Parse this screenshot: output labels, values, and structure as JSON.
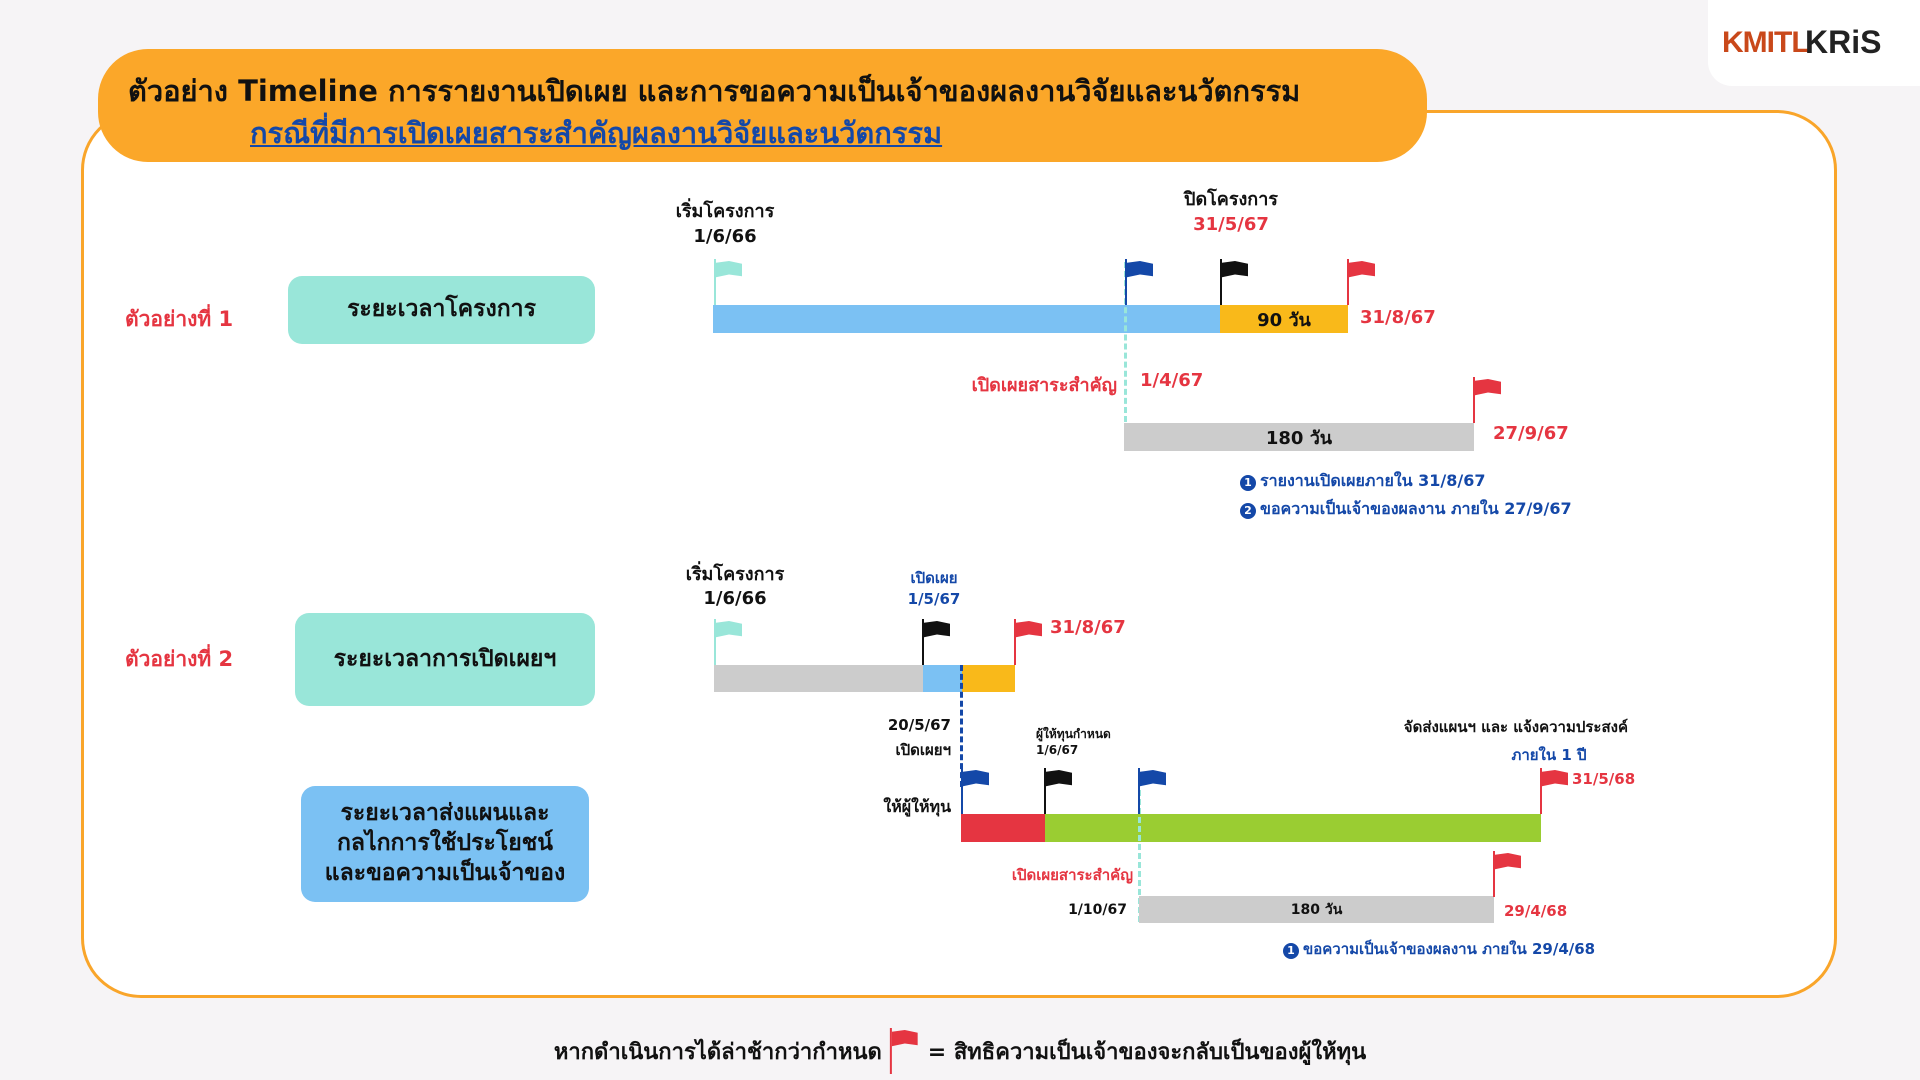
{
  "header": {
    "title": "ตัวอย่าง Timeline การรายงานเปิดเผย และการขอความเป็นเจ้าของผลงานวิจัยและนวัตกรรม",
    "subtitle": "กรณีที่มีการเปิดเผยสาระสำคัญผลงานวิจัยและนวัตกรรม"
  },
  "logo": {
    "kmitl": "KMITL",
    "kris": "KRiS"
  },
  "colors": {
    "teal": "#99e6d9",
    "blue": "#7bc1f3",
    "yellow": "#f9b91a",
    "gray": "#cccccc",
    "red": "#e53541",
    "green": "#9acd32",
    "navy": "#1448a8",
    "black": "#111111"
  },
  "example1": {
    "label": "ตัวอย่างที่ 1",
    "box": "ระยะเวลาโครงการ",
    "start_label": "เริ่มโครงการ",
    "start_date": "1/6/66",
    "end_label": "ปิดโครงการ",
    "end_date": "31/5/67",
    "extension": "90 วัน",
    "deadline": "31/8/67",
    "disclosure_label": "เปิดเผยสาระสำคัญ",
    "disclosure_date": "1/4/67",
    "period": "180 วัน",
    "period_deadline": "27/9/67",
    "notes": [
      {
        "n": "1",
        "text": "รายงานเปิดเผยภายใน 31/8/67"
      },
      {
        "n": "2",
        "text": "ขอความเป็นเจ้าของผลงาน ภายใน 27/9/67"
      }
    ]
  },
  "example2": {
    "label": "ตัวอย่างที่ 2",
    "box1": "ระยะเวลาการเปิดเผยฯ",
    "box2": [
      "ระยะเวลาส่งแผนและ",
      "กลไกการใช้ประโยชน์",
      "และขอความเป็นเจ้าของ"
    ],
    "start_label": "เริ่มโครงการ",
    "start_date": "1/6/66",
    "disclose_label": "เปิดเผย",
    "disclose_date": "1/5/67",
    "deadline": "31/8/67",
    "report_date": "20/5/67",
    "report_label": "เปิดเผยฯ",
    "to_funder": "ให้ผู้ให้ทุน",
    "funder_label": "ผู้ให้ทุนกำหนด",
    "funder_date": "1/6/67",
    "plan_label": "จัดส่งแผนฯ และ แจ้งความประสงค์",
    "plan_within": "ภายใน 1 ปี",
    "plan_deadline": "31/5/68",
    "disclosure_label": "เปิดเผยสาระสำคัญ",
    "disclosure_date": "1/10/67",
    "period": "180 วัน",
    "period_deadline": "29/4/68",
    "notes": [
      {
        "n": "1",
        "text": "ขอความเป็นเจ้าของผลงาน ภายใน 29/4/68"
      }
    ]
  },
  "footer": {
    "left": "หากดำเนินการได้ล่าช้ากว่ากำหนด",
    "right": "= สิทธิความเป็นเจ้าของจะกลับเป็นของผู้ให้ทุน"
  }
}
